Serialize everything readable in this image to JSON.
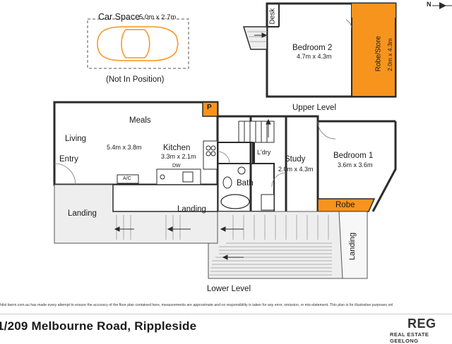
{
  "floorplan": {
    "car_space": {
      "label": "Car Space",
      "size": "5.0m x 2.7m",
      "note": "(Not In Position)"
    },
    "upper_level": {
      "title": "Upper Level",
      "desk": "Desk",
      "bedroom2": {
        "label": "Bedroom 2",
        "size": "4.7m x 4.3m"
      },
      "robe_store": {
        "label": "Robe/Store",
        "size": "2.0m x 4.3m"
      }
    },
    "main_level": {
      "meals": "Meals",
      "living": "Living",
      "living_size": "5.4m x 3.8m",
      "entry": "Entry",
      "kitchen": {
        "label": "Kitchen",
        "size": "3.3m x 2.1m"
      },
      "dw": "DW",
      "ac": "A/C",
      "pantry": "P",
      "laundry": "L'dry",
      "study": {
        "label": "Study",
        "size": "2.0m x 4.3m"
      },
      "bedroom1": {
        "label": "Bedroom 1",
        "size": "3.6m x 3.6m"
      },
      "bath": "Bath",
      "robe": "Robe"
    },
    "lower_level": {
      "title": "Lower Level",
      "landing_left": "Landing",
      "landing_mid": "Landing",
      "landing_right": "Landing"
    },
    "compass": "N",
    "colors": {
      "accent_orange": "#f7941d",
      "wall": "#2b2b2b",
      "stair_fill": "#eeeeee"
    }
  },
  "footer": {
    "disclaimer": "hilst bwrm.com.au has made every attempt to ensure the accuracy of the floor plan contained here, measurements are approximate and no responsibility is taken for any error, omission, or mis-statement. This plan is for illustrative purposes onl",
    "address": "1/209 Melbourne Road, Rippleside",
    "logo_mark": "REG",
    "logo_text": "REAL ESTATE GEELONG"
  }
}
